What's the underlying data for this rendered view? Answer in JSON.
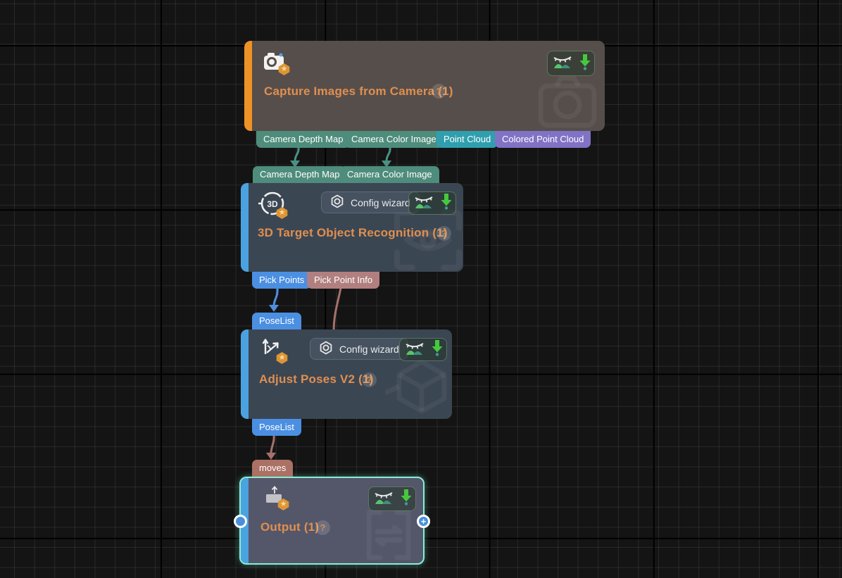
{
  "graph": {
    "colors": {
      "canvas_bg": "#141414",
      "grid_minor": "#3a3a3a",
      "grid_major": "#000000",
      "node_title": "#e08f4f",
      "accent_orange_bar": "#ee9226",
      "accent_blue_bar": "#4aa2e0",
      "selected_border": "#87eed3",
      "port_camera_image": "#4e8c7b",
      "port_point_cloud": "#2f9fae",
      "port_colored_point_cloud": "#8172c6",
      "port_pose": "#4b8fe2",
      "port_pick_point_info": "#b17f7f",
      "port_moves": "#aa7164",
      "edge_teal": "#4a9183",
      "edge_blue": "#4f8fdd",
      "edge_rose": "#a7716b"
    },
    "nodes": [
      {
        "title": "Capture Images from Camera (1)",
        "help_badge": "?",
        "icon": "camera-star-icon",
        "outputs": [
          {
            "label": "Camera Depth Map"
          },
          {
            "label": "Camera Color Image"
          },
          {
            "label": "Point Cloud"
          },
          {
            "label": "Colored Point Cloud"
          }
        ]
      },
      {
        "title": "3D Target Object Recognition (1)",
        "help_badge": "?",
        "config_button": "Config wizard",
        "icon": "3d-dial-star-icon",
        "inputs": [
          {
            "label": "Camera Depth Map"
          },
          {
            "label": "Camera Color Image"
          }
        ],
        "outputs": [
          {
            "label": "Pick Points"
          },
          {
            "label": "Pick Point Info"
          }
        ]
      },
      {
        "title": "Adjust Poses V2 (1)",
        "help_badge": "?",
        "config_button": "Config wizard",
        "icon": "adjust-axes-star-icon",
        "inputs": [
          {
            "label": "PoseList"
          }
        ],
        "outputs": [
          {
            "label": "PoseList"
          }
        ]
      },
      {
        "title": "Output (1)",
        "help_badge": "?",
        "icon": "output-box-star-icon",
        "selected": true,
        "inputs": [
          {
            "label": "moves"
          }
        ]
      }
    ],
    "edges": [
      {
        "from": "Capture Images from Camera (1):Camera Depth Map",
        "to": "3D Target Object Recognition (1):Camera Depth Map"
      },
      {
        "from": "Capture Images from Camera (1):Camera Color Image",
        "to": "3D Target Object Recognition (1):Camera Color Image"
      },
      {
        "from": "3D Target Object Recognition (1):Pick Points",
        "to": "Adjust Poses V2 (1):PoseList"
      },
      {
        "from": "3D Target Object Recognition (1):Pick Point Info",
        "to": "Adjust Poses V2 (1)"
      },
      {
        "from": "Adjust Poses V2 (1):PoseList",
        "to": "Output (1):moves"
      }
    ]
  }
}
